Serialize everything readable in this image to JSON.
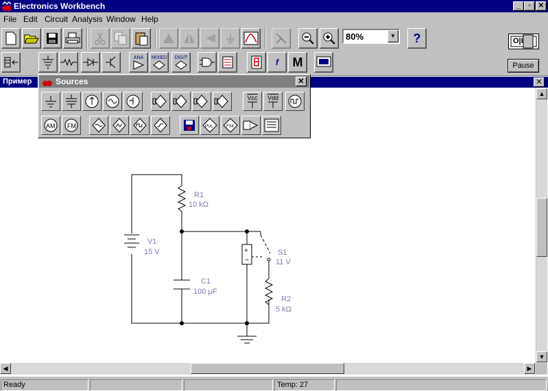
{
  "app": {
    "title": "Electronics Workbench"
  },
  "menu": [
    "File",
    "Edit",
    "Circuit",
    "Analysis",
    "Window",
    "Help"
  ],
  "toolbar": {
    "zoom": "80%",
    "help_label": "?"
  },
  "parts_bin": {
    "ana": "ANA",
    "mixed": "MIXED",
    "digit": "DIGIT",
    "misc": "M",
    "func": "f"
  },
  "power": {
    "pause_label": "Pause",
    "switch_label": "O|I"
  },
  "circuit_window": {
    "title": "Пример"
  },
  "palette": {
    "title": "Sources",
    "vcc": "Vcc",
    "vdd": "Vdd",
    "am": "AM",
    "fm": "FM",
    "pul": "PUL",
    "fsk": "FSK"
  },
  "circuit": {
    "r1_name": "R1",
    "r1_val": "10 kΩ",
    "v1_name": "V1",
    "v1_val": "15 V",
    "c1_name": "C1",
    "c1_val": "100 µF",
    "s1_name": "S1",
    "s1_val": "11 V",
    "r2_name": "R2",
    "r2_val": "5 kΩ"
  },
  "status": {
    "state": "Ready",
    "temp": "Temp:  27"
  },
  "colors": {
    "titlebar": "#000080",
    "component_label": "#7b7bb8",
    "face": "#c0c0c0"
  }
}
